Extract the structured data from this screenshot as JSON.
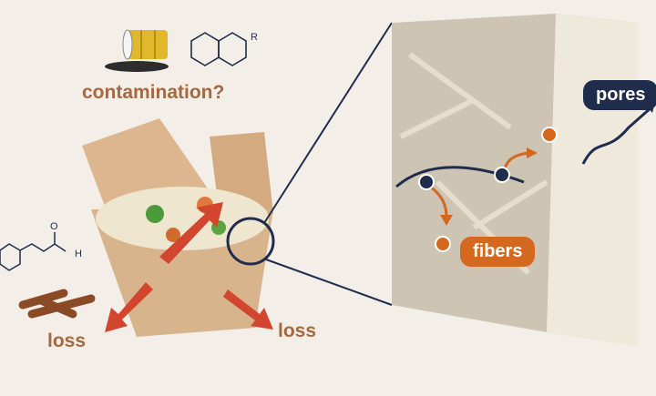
{
  "labels": {
    "contamination": "contamination?",
    "loss_left": "loss",
    "loss_right": "loss",
    "fibers": "fibers",
    "pores": "pores",
    "molecule_substituent": "R",
    "aldehyde_o": "O",
    "aldehyde_h": "H"
  },
  "colors": {
    "background": "#f3efe8",
    "text_brown": "#a5683f",
    "accent_orange": "#d4681f",
    "navy": "#1f2c4c",
    "arrow_red": "#d2452f",
    "box_kraft": "#d8b48c",
    "paper_block": "#cdc4b3"
  }
}
